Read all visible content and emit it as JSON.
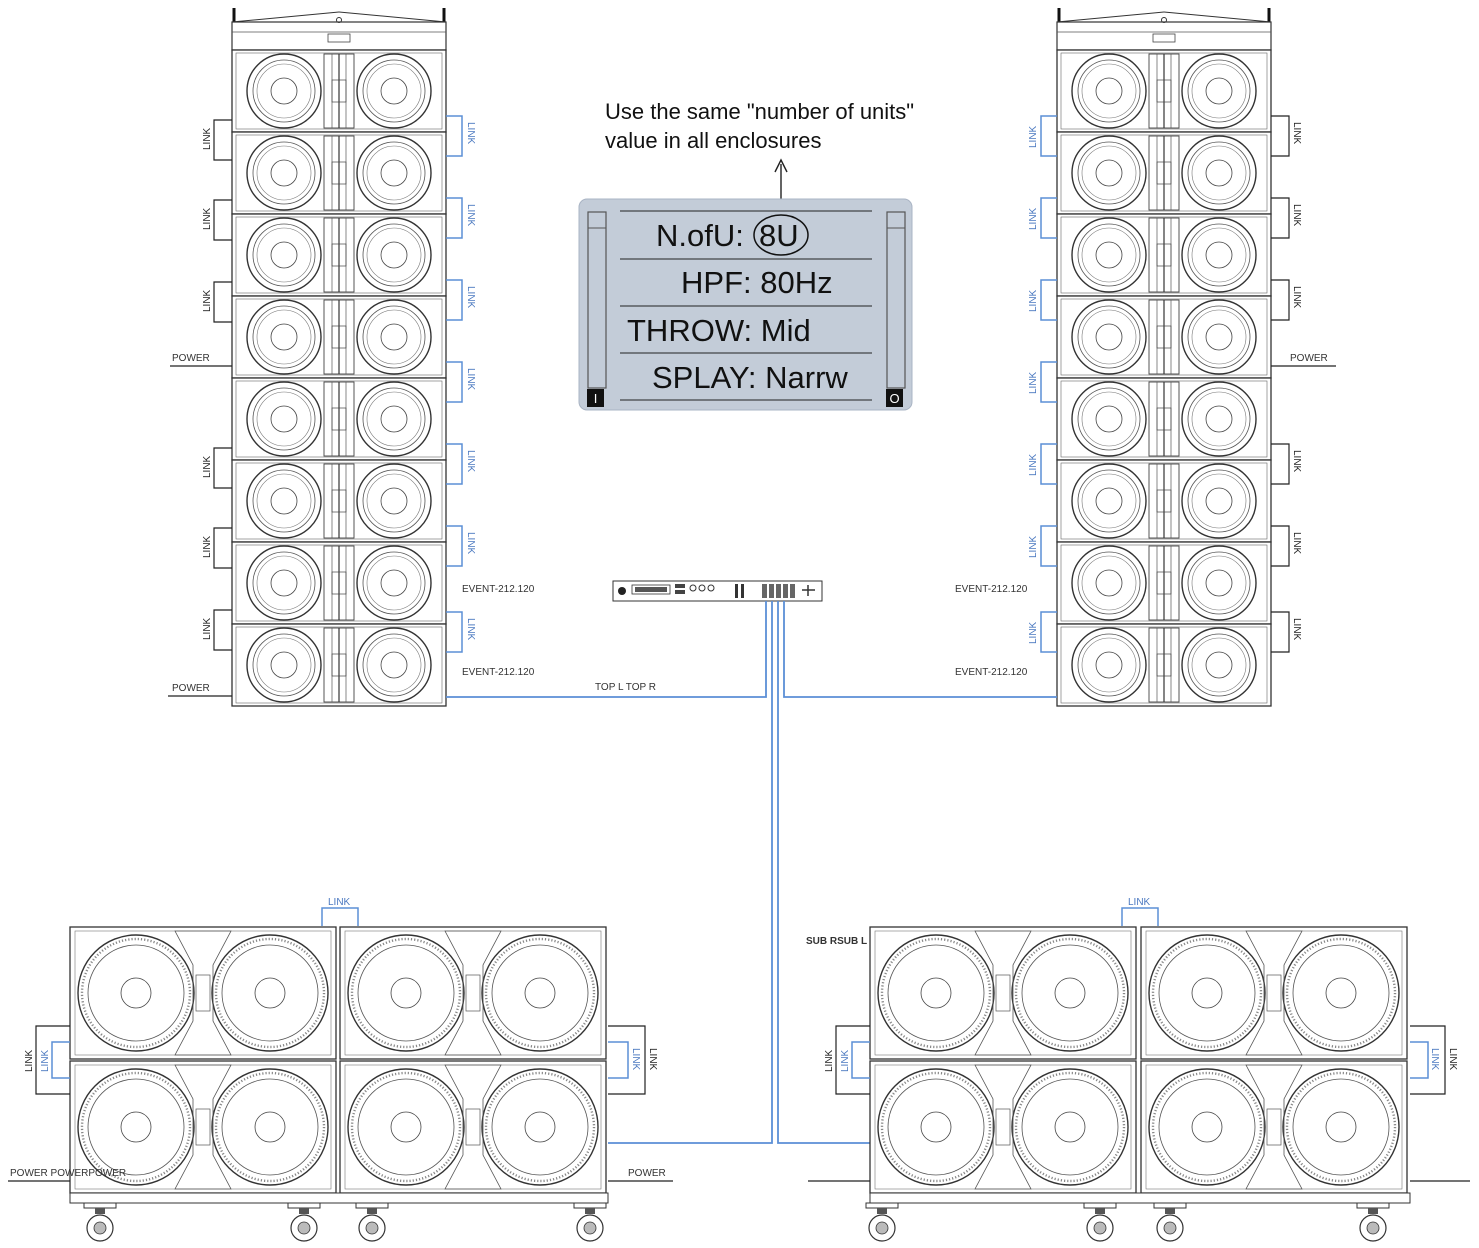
{
  "note": {
    "line1": "Use the same \"number of units\" value in all enclosures",
    "line1a": "Use the same \"number of units\"",
    "line1b": "value in all enclosures"
  },
  "lcd": {
    "line1_label": "N.ofU:",
    "line1_value": "8U",
    "line2": "HPF: 80Hz",
    "line3": "THROW: Mid",
    "line4": "SPLAY: Narrw",
    "left_marker": "I",
    "right_marker": "O"
  },
  "labels": {
    "link": "LINK",
    "power": "POWER",
    "model": "EVENT-212.120",
    "top_lr": "TOP L TOP R",
    "sub_rl": "SUB RSUB L",
    "power_multi": "POWER   POWERPOWER"
  },
  "colors": {
    "cable": "#5b8fd6",
    "line": "#333333",
    "lcd_bg": "#c3ccd8"
  }
}
